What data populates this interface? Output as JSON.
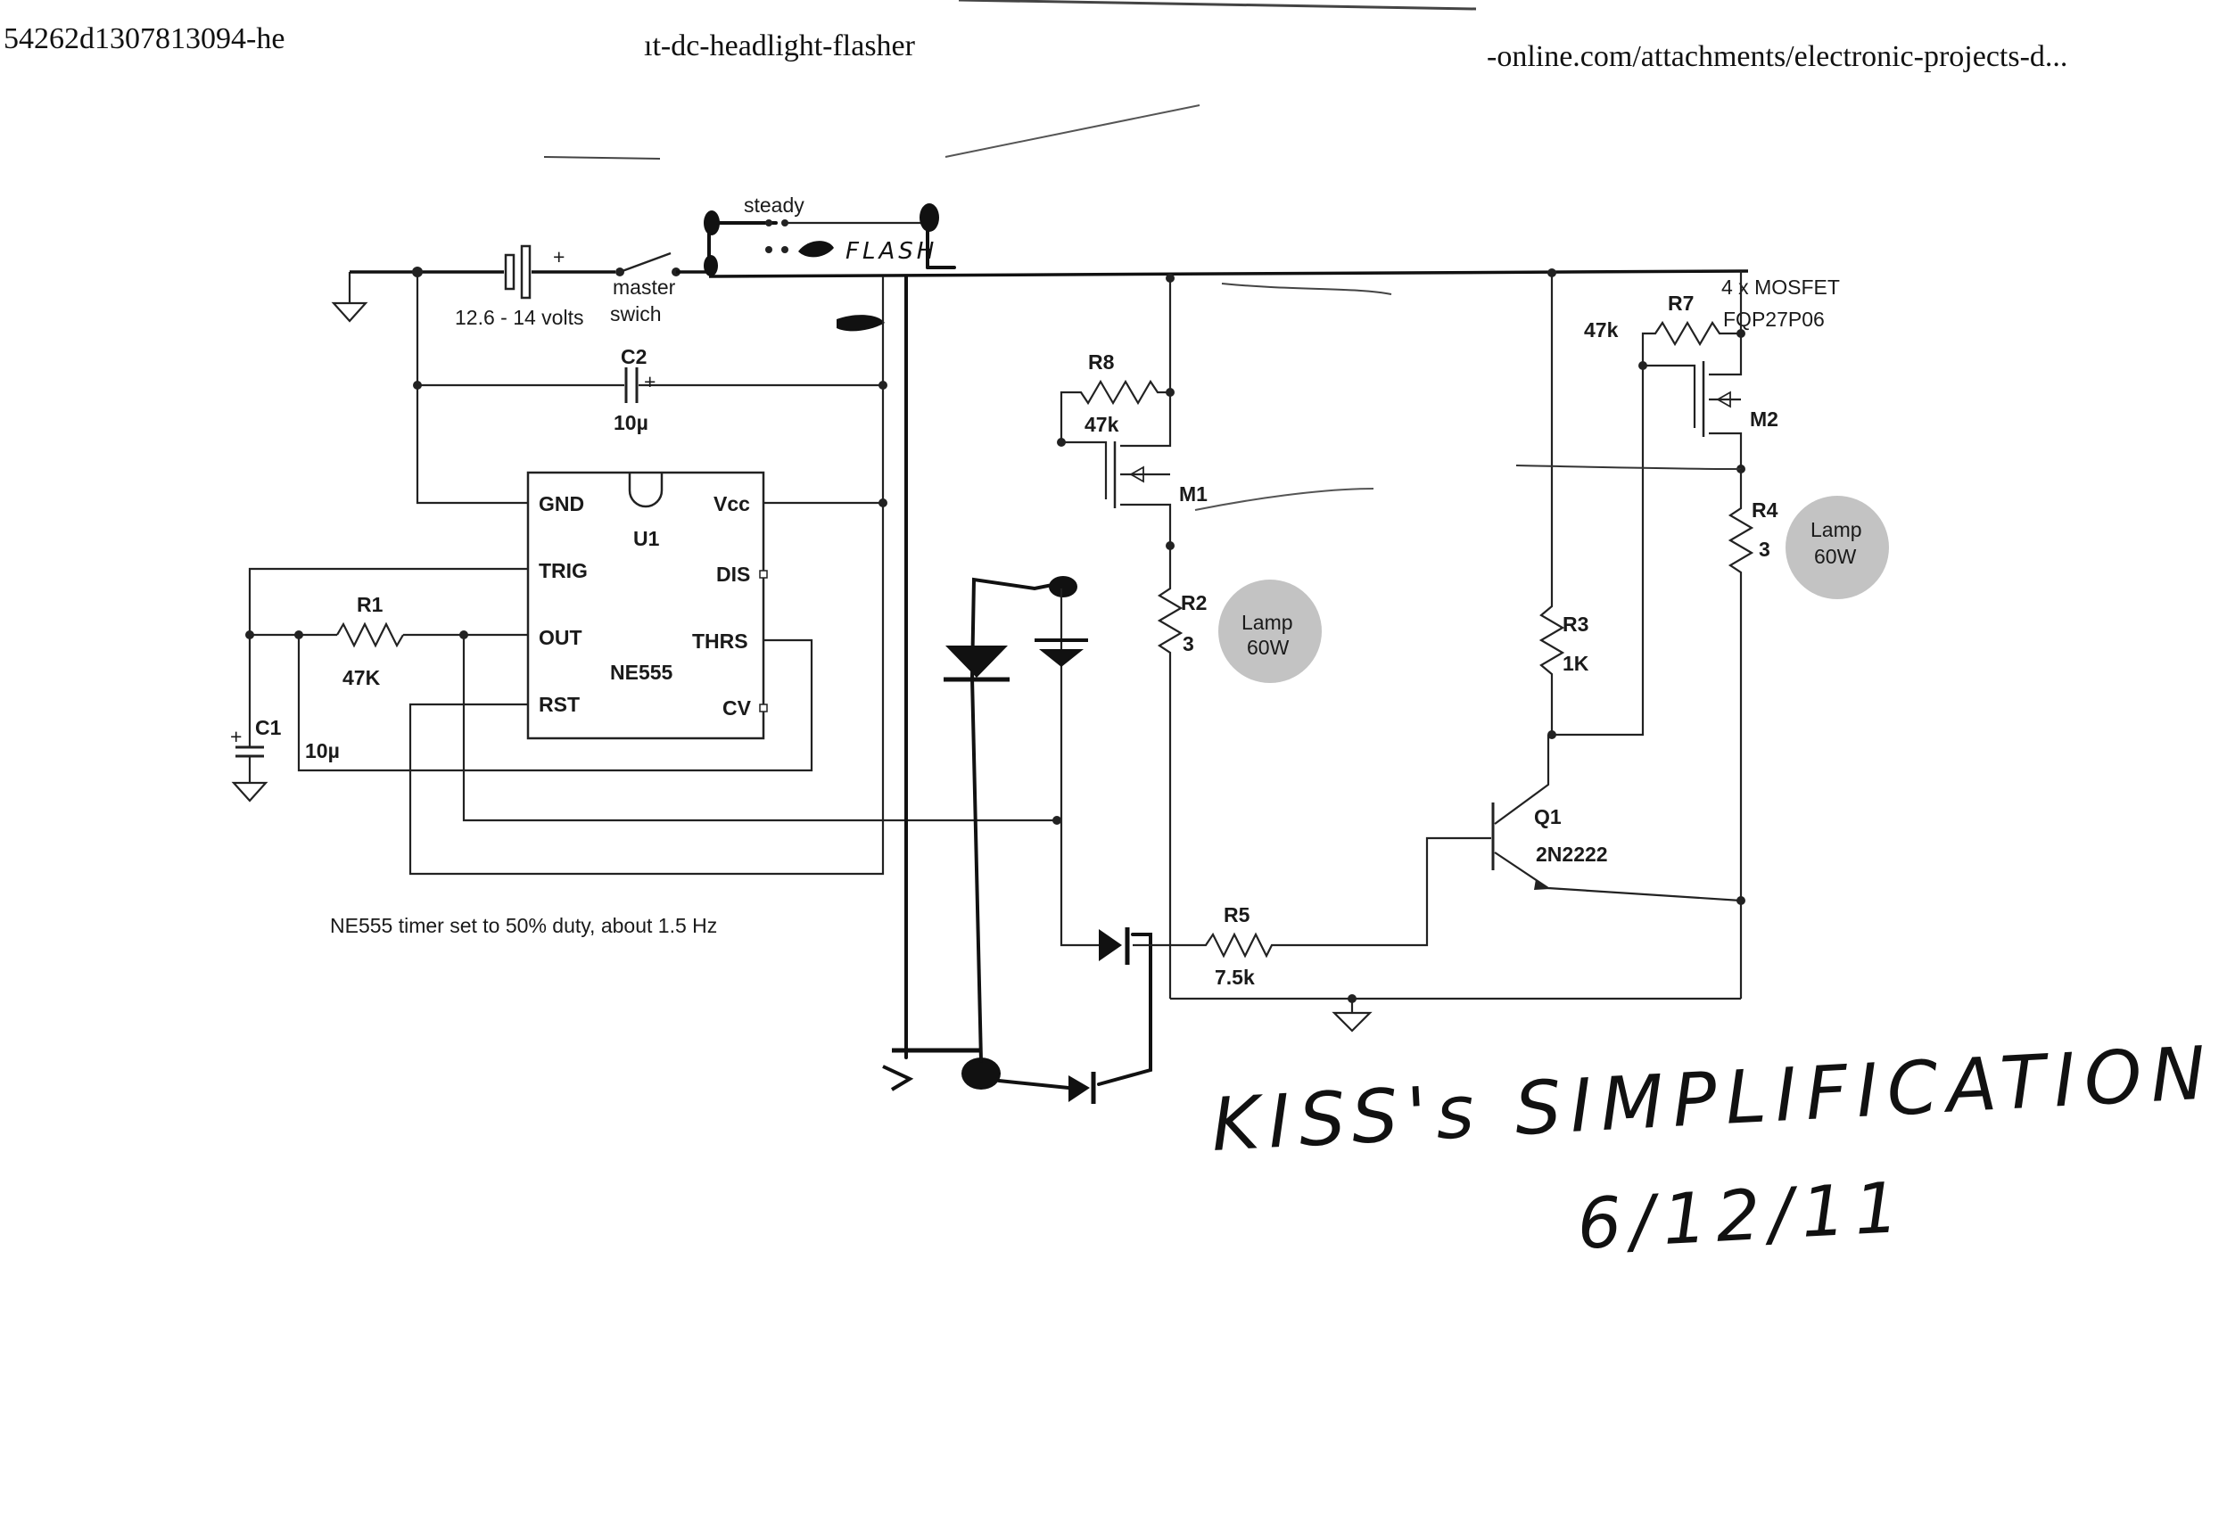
{
  "header": {
    "left": "54262d1307813094-he",
    "middle": "ıt-dc-headlight-flasher",
    "right": "-online.com/attachments/electronic-projects-d..."
  },
  "supply": {
    "voltage": "12.6 - 14 volts",
    "switch_label_1": "master",
    "switch_label_2": "swich",
    "plus": "+"
  },
  "mode_switch": {
    "steady": "steady",
    "flash": "FLASH"
  },
  "timer": {
    "ref": "U1",
    "part": "NE555",
    "pins": {
      "gnd": "GND",
      "vcc": "Vcc",
      "trig": "TRIG",
      "dis": "DIS",
      "out": "OUT",
      "thrs": "THRS",
      "rst": "RST",
      "cv": "CV"
    }
  },
  "components": {
    "c2": {
      "ref": "C2",
      "value": "10µ",
      "plus": "+"
    },
    "c1": {
      "ref": "C1",
      "value": "10µ",
      "plus": "+"
    },
    "r1": {
      "ref": "R1",
      "value": "47K"
    },
    "r8": {
      "ref": "R8",
      "value": "47k"
    },
    "m1": {
      "ref": "M1"
    },
    "r2": {
      "ref": "R2",
      "value": "3"
    },
    "lamp1": {
      "line1": "Lamp",
      "line2": "60W"
    },
    "r3": {
      "ref": "R3",
      "value": "1K"
    },
    "q1": {
      "ref": "Q1",
      "part": "2N2222"
    },
    "r5": {
      "ref": "R5",
      "value": "7.5k"
    },
    "r7": {
      "ref": "R7",
      "value": "47k"
    },
    "m2": {
      "ref": "M2"
    },
    "r4": {
      "ref": "R4",
      "value": "3"
    },
    "lamp2": {
      "line1": "Lamp",
      "line2": "60W"
    }
  },
  "mosfet_note": {
    "line1": "4 x MOSFET",
    "line2": "FQP27P06"
  },
  "timer_note": "NE555 timer set to 50% duty, about 1.5 Hz",
  "handwritten": {
    "title": "KISS's SIMPLIFICATION",
    "date": "6/12/11"
  }
}
